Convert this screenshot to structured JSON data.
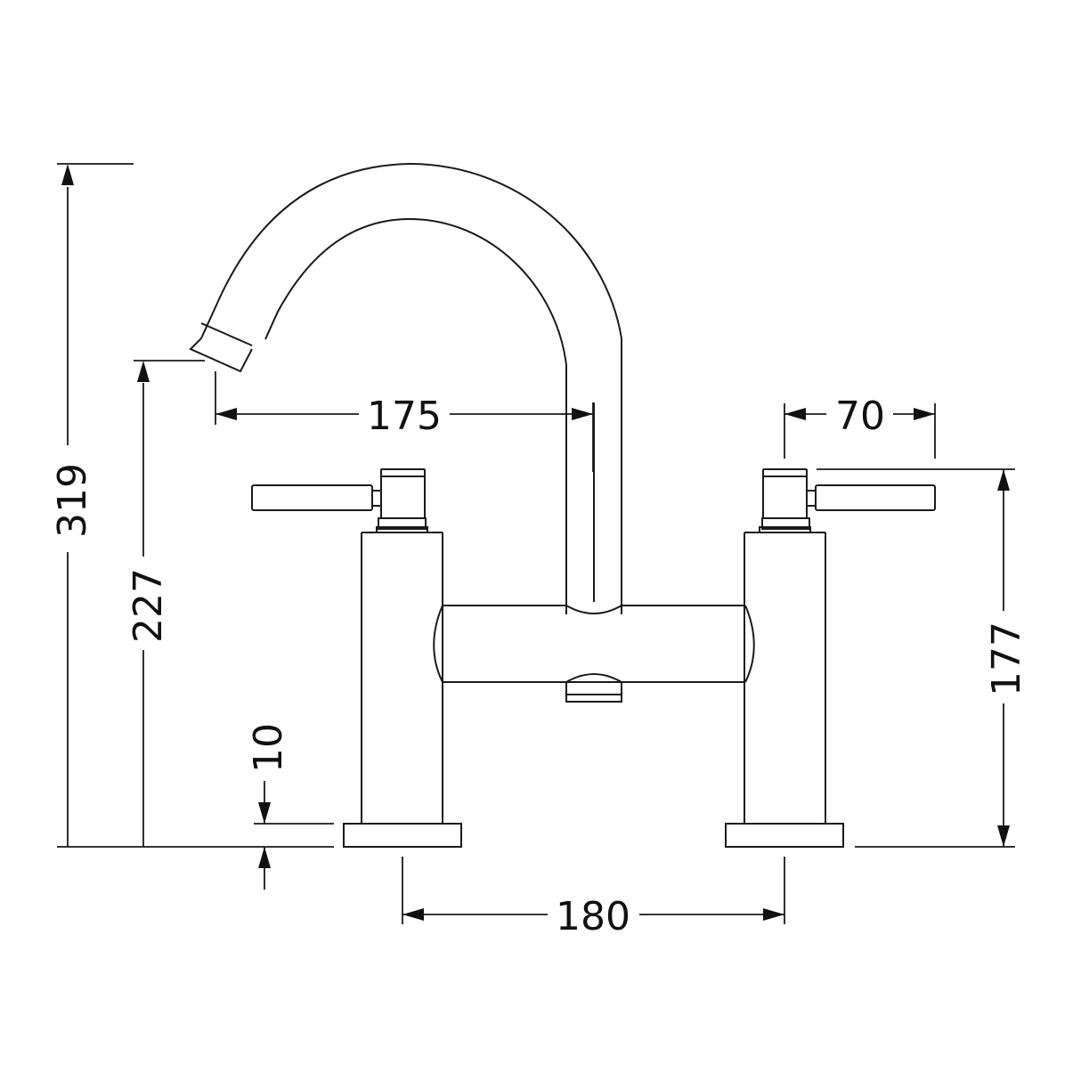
{
  "drawing": {
    "subject": "Bath filler tap technical drawing",
    "units": "mm",
    "line_color": "#1a1a1a",
    "background": "#ffffff"
  },
  "dimensions": {
    "overall_height": {
      "label": "319",
      "orientation": "vertical"
    },
    "spout_outlet_height": {
      "label": "227",
      "orientation": "vertical"
    },
    "base_plate_thickness": {
      "label": "10",
      "orientation": "vertical"
    },
    "spout_reach": {
      "label": "175",
      "orientation": "horizontal"
    },
    "handle_length": {
      "label": "70",
      "orientation": "horizontal"
    },
    "handle_height": {
      "label": "177",
      "orientation": "vertical"
    },
    "centres": {
      "label": "180",
      "orientation": "horizontal"
    }
  }
}
